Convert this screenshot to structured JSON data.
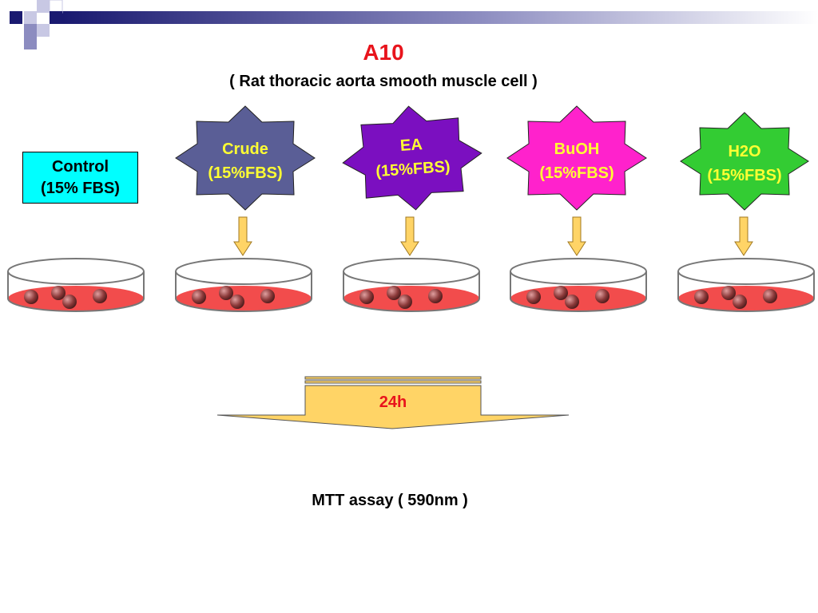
{
  "slide": {
    "title": "A10",
    "subtitle": "( Rat thoracic aorta smooth muscle cell )"
  },
  "control": {
    "line1": "Control",
    "line2": "(15% FBS)",
    "color": "#00ffff"
  },
  "treatments": [
    {
      "line1": "Crude",
      "line2": "(15%FBS)",
      "fill": "#5a5e96",
      "text_color": "#ffff33"
    },
    {
      "line1": "EA",
      "line2": "(15%FBS)",
      "fill": "#7b0fc0",
      "text_color": "#ffff33"
    },
    {
      "line1": "BuOH",
      "line2": "(15%FBS)",
      "fill": "#ff22cc",
      "text_color": "#ffff33"
    },
    {
      "line1": "H2O",
      "line2": "(15%FBS)",
      "fill": "#33cc33",
      "text_color": "#ffff33"
    }
  ],
  "incubation": {
    "label": "24h"
  },
  "assay": {
    "label": "MTT assay ( 590nm )"
  },
  "colors": {
    "title": "#e8141c",
    "arrow_fill": "#ffd466",
    "medium": "#f24c4c",
    "cell": "#8c3a3a",
    "header_gradient_start": "#1a1a70"
  }
}
